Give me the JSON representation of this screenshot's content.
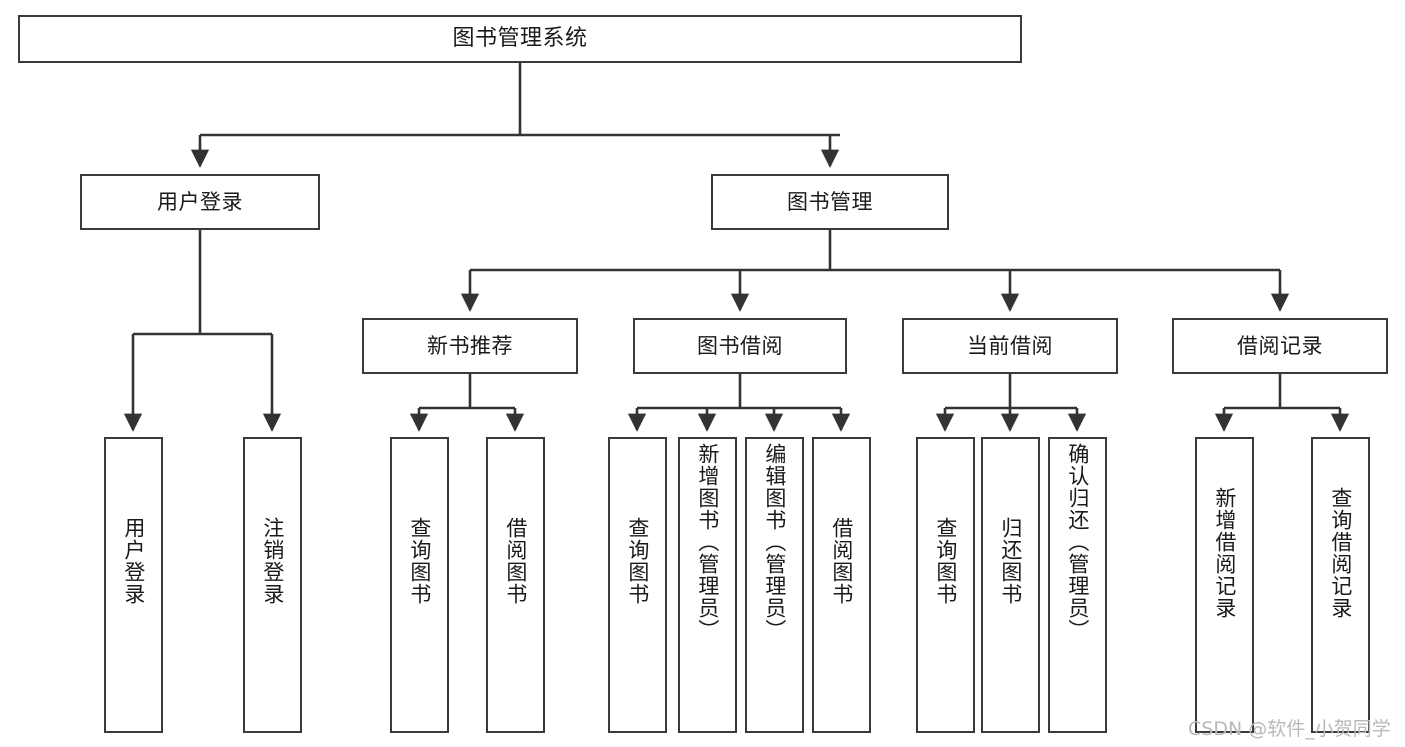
{
  "diagram": {
    "title": "图书管理系统",
    "type": "tree-structure-chart",
    "watermark": "CSDN @软件_小贺同学",
    "colors": {
      "background": "#ffffff",
      "border": "#3a3a3a",
      "text": "#1a1a1a",
      "edge": "#333333",
      "watermark": "#b9b9b9"
    }
  },
  "nodes": {
    "root": {
      "label": "图书管理系统"
    },
    "level1": [
      {
        "label": "用户登录"
      },
      {
        "label": "图书管理"
      }
    ],
    "level2": [
      {
        "label": "新书推荐"
      },
      {
        "label": "图书借阅"
      },
      {
        "label": "当前借阅"
      },
      {
        "label": "借阅记录"
      }
    ],
    "leaves": {
      "user_login": [
        {
          "label": "用户登录"
        },
        {
          "label": "注销登录"
        }
      ],
      "new_book": [
        {
          "label": "查询图书"
        },
        {
          "label": "借阅图书"
        }
      ],
      "book_borrow": [
        {
          "label": "查询图书"
        },
        {
          "label": "新增图书（管理员）"
        },
        {
          "label": "编辑图书（管理员）"
        },
        {
          "label": "借阅图书"
        }
      ],
      "current_borrow": [
        {
          "label": "查询图书"
        },
        {
          "label": "归还图书"
        },
        {
          "label": "确认归还（管理员）"
        }
      ],
      "borrow_record": [
        {
          "label": "新增借阅记录"
        },
        {
          "label": "查询借阅记录"
        }
      ]
    }
  }
}
